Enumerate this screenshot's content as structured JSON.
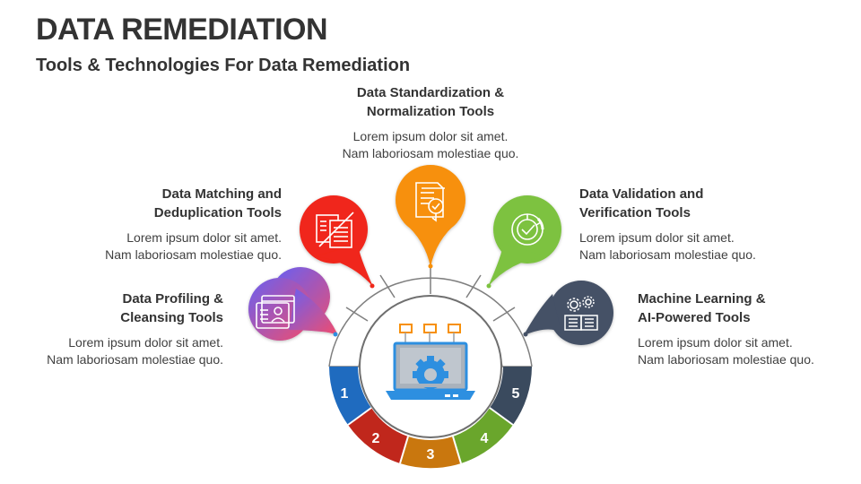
{
  "title": "DATA REMEDIATION",
  "subtitle": "Tools & Technologies For Data Remediation",
  "colors": {
    "segment1": "#1f6bbf",
    "segment2": "#c0271c",
    "segment3": "#c9770e",
    "segment4": "#6aa62c",
    "segment5": "#3a4a5e",
    "pin_profiling_start": "#6a5ff0",
    "pin_profiling_end": "#ef4d6f",
    "pin_matching": "#f0281a",
    "pin_standardization": "#f79009",
    "pin_validation": "#7dc240",
    "pin_ml": "#445166"
  },
  "steps": [
    {
      "number": "1",
      "heading_line1": "Data Profiling &",
      "heading_line2": "Cleansing Tools",
      "desc_line1": "Lorem ipsum dolor sit amet.",
      "desc_line2": "Nam laboriosam molestiae quo.",
      "icon": "profile-document-icon"
    },
    {
      "number": "2",
      "heading_line1": "Data Matching and",
      "heading_line2": "Deduplication Tools",
      "desc_line1": "Lorem ipsum dolor sit amet.",
      "desc_line2": "Nam laboriosam molestiae quo.",
      "icon": "matching-documents-icon"
    },
    {
      "number": "3",
      "heading_line1": "Data Standardization &",
      "heading_line2": "Normalization Tools",
      "desc_line1": "Lorem ipsum dolor sit amet.",
      "desc_line2": "Nam laboriosam molestiae quo.",
      "icon": "checklist-document-icon"
    },
    {
      "number": "4",
      "heading_line1": "Data Validation and",
      "heading_line2": "Verification Tools",
      "desc_line1": "Lorem ipsum dolor sit amet.",
      "desc_line2": "Nam laboriosam molestiae quo.",
      "icon": "verified-chart-icon"
    },
    {
      "number": "5",
      "heading_line1": "Machine Learning &",
      "heading_line2": "AI-Powered Tools",
      "desc_line1": "Lorem ipsum dolor sit amet.",
      "desc_line2": "Nam laboriosam molestiae quo.",
      "icon": "gears-book-icon"
    }
  ],
  "center_icon": "laptop-gear-icon"
}
